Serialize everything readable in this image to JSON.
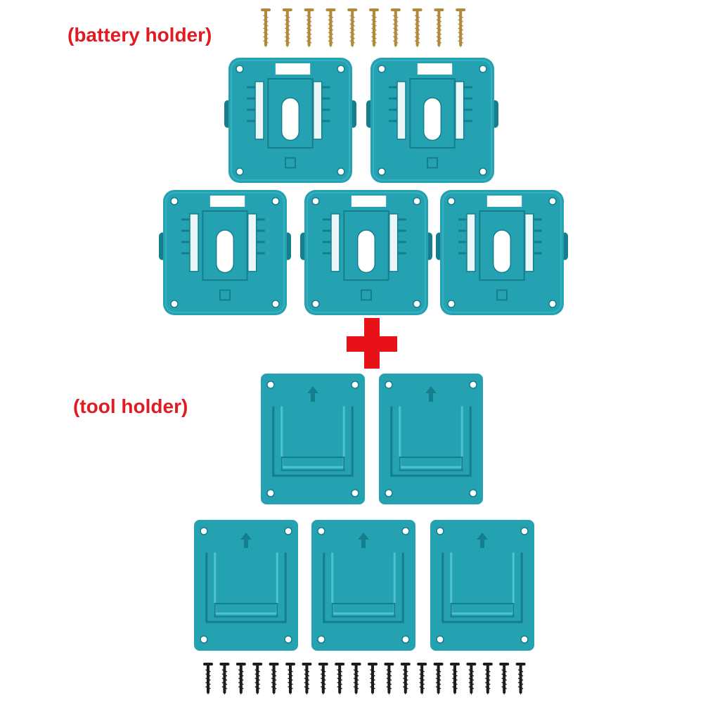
{
  "labels": {
    "battery_holder": "(battery holder)",
    "tool_holder": "(tool holder)"
  },
  "colors": {
    "label_red": "#e01b22",
    "plus_red": "#e8111a",
    "teal": "#25a2b2",
    "teal_dark": "#157e8c",
    "teal_light": "#4fc2cf",
    "gold_screw": "#b0893c",
    "black_screw": "#1c1c1c"
  },
  "icons": {
    "plus": "plus-icon",
    "arrow": "arrow-up-icon"
  },
  "counts": {
    "battery_holders": 5,
    "tool_holders": 5,
    "gold_screws": 10,
    "black_screws": 20
  }
}
